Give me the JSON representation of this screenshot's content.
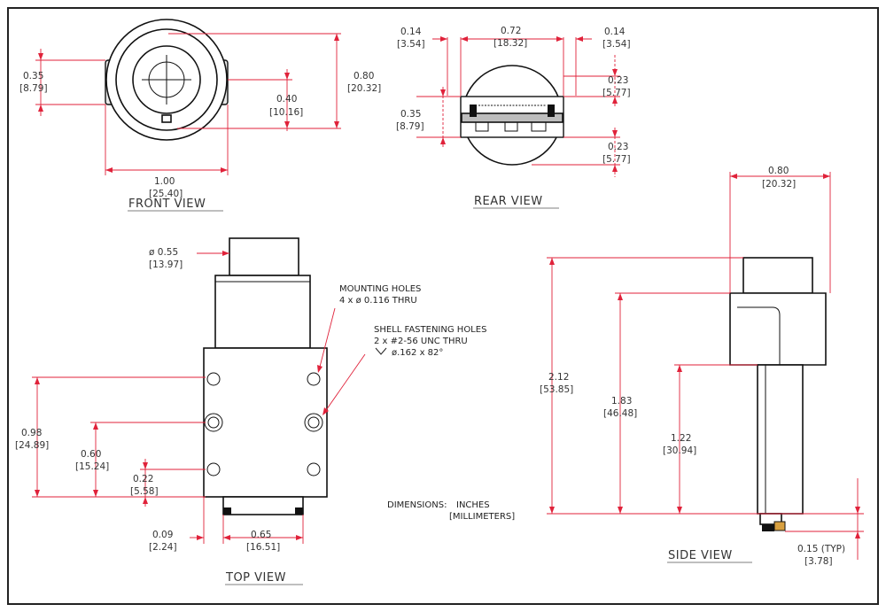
{
  "views": {
    "front": "FRONT VIEW",
    "rear": "REAR VIEW",
    "top": "TOP VIEW",
    "side": "SIDE VIEW"
  },
  "front_dims": {
    "d035_in": "0.35",
    "d035_mm": "[8.79]",
    "d080_in": "0.80",
    "d080_mm": "[20.32]",
    "d040_in": "0.40",
    "d040_mm": "[10.16]",
    "d100_in": "1.00",
    "d100_mm": "[25.40]"
  },
  "rear_dims": {
    "l014_in": "0.14",
    "l014_mm": "[3.54]",
    "c072_in": "0.72",
    "c072_mm": "[18.32]",
    "r014_in": "0.14",
    "r014_mm": "[3.54]",
    "t023_in": "0.23",
    "t023_mm": "[5.77]",
    "s035_in": "0.35",
    "s035_mm": "[8.79]",
    "b023_in": "0.23",
    "b023_mm": "[5.77]"
  },
  "top_dims": {
    "dia_in": "ø 0.55",
    "dia_mm": "[13.97]",
    "d098_in": "0.98",
    "d098_mm": "[24.89]",
    "d060_in": "0.60",
    "d060_mm": "[15.24]",
    "d022_in": "0.22",
    "d022_mm": "[5.58]",
    "d009_in": "0.09",
    "d009_mm": "[2.24]",
    "d065_in": "0.65",
    "d065_mm": "[16.51]"
  },
  "notes": {
    "mount_1": "MOUNTING HOLES",
    "mount_2": "4 x ø 0.116 THRU",
    "shell_1": "SHELL FASTENING HOLES",
    "shell_2": "2 x #2-56 UNC THRU",
    "shell_3": "ø.162 x 82°",
    "units_label": "DIMENSIONS:",
    "units_in": "INCHES",
    "units_mm": "[MILLIMETERS]"
  },
  "side_dims": {
    "d080_in": "0.80",
    "d080_mm": "[20.32]",
    "d212_in": "2.12",
    "d212_mm": "[53.85]",
    "d183_in": "1.83",
    "d183_mm": "[46.48]",
    "d122_in": "1.22",
    "d122_mm": "[30.94]",
    "d015_in": "0.15 (TYP)",
    "d015_mm": "[3.78]"
  },
  "colors": {
    "dimension_line": "#e0223a",
    "outline": "#111111",
    "frame": "#222222"
  }
}
